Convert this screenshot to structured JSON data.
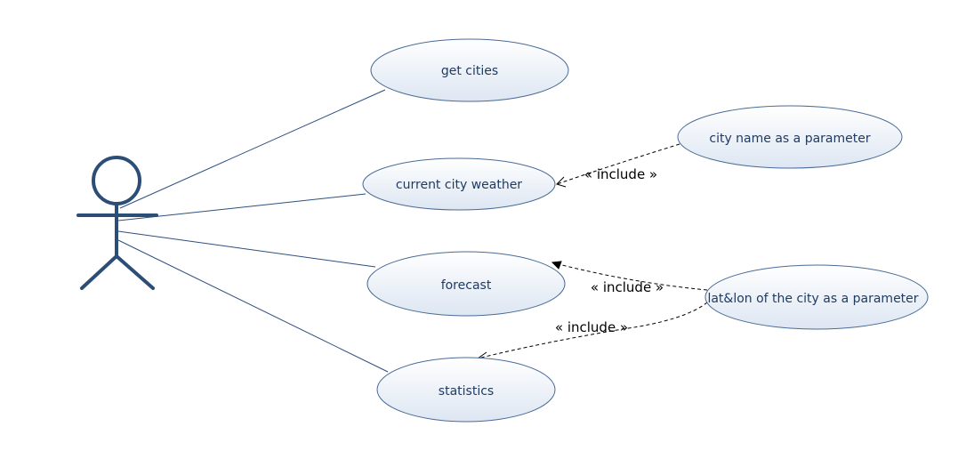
{
  "diagram": {
    "colors": {
      "actor": "#2c4d75",
      "association": "#2f4f7f",
      "usecase_border": "#4a6b96",
      "usecase_fill_top": "#ffffff",
      "usecase_fill_bottom": "#dde6f2",
      "usecase_text": "#1f3b63",
      "dependency": "#000000"
    },
    "use_cases": {
      "get_cities": "get cities",
      "current_city_weather": "current city weather",
      "forecast": "forecast",
      "statistics": "statistics",
      "city_name_param": "city name as a parameter",
      "latlon_param": "lat&lon of the city as a parameter"
    },
    "includes": {
      "city_name_to_weather": "« include »",
      "latlon_to_forecast": "« include »",
      "latlon_to_statistics": "« include »"
    }
  }
}
